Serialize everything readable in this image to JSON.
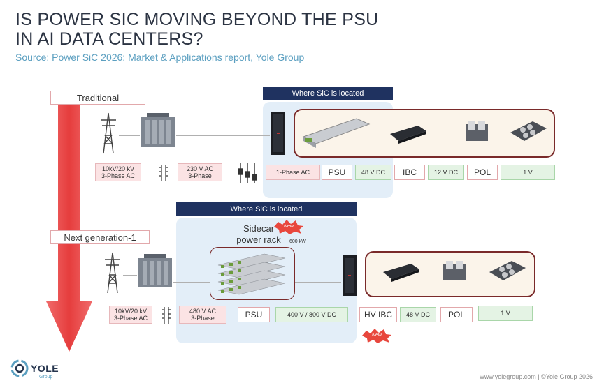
{
  "title_line1": "IS POWER SIC MOVING BEYOND THE PSU",
  "title_line2": "IN AI DATA CENTERS?",
  "source": "Source: Power SiC 2026: Market & Applications report, Yole Group",
  "rows": {
    "traditional": {
      "label": "Traditional",
      "where_sic": "Where SiC is located",
      "grid": "10kV/20 kV\n3-Phase AC",
      "ac": "230 V AC\n3-Phase",
      "phase": "1-Phase AC",
      "psu": "PSU",
      "dc48": "48 V DC",
      "ibc": "IBC",
      "dc12": "12 V DC",
      "pol": "POL",
      "v1": "1 V"
    },
    "next": {
      "label": "Next generation-1",
      "where_sic": "Where SiC is located",
      "sidecar1": "Sidecar",
      "sidecar2": "power rack",
      "kw": "600 kW",
      "new_badge": "New",
      "grid": "10kV/20 kV\n3-Phase AC",
      "ac": "480 V AC\n3-Phase",
      "psu": "PSU",
      "dc": "400 V / 800 V DC",
      "hvibc": "HV IBC",
      "dc48": "48 V DC",
      "pol": "POL",
      "v1": "1 V",
      "new_badge2": "New"
    }
  },
  "footer": "www.yolegroup.com | ©Yole Group 2026",
  "logo": "YOLE",
  "logo_sub": "Group",
  "colors": {
    "navy": "#1f3260",
    "accent": "#5b9fc0",
    "arrow": "#e84b4b",
    "maroon": "#7a2a2a"
  }
}
